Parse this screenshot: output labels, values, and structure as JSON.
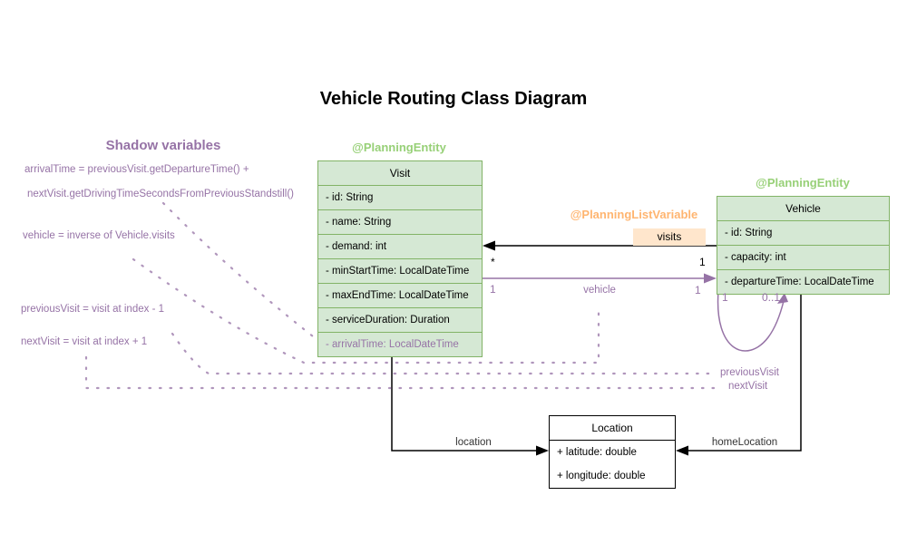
{
  "title": "Vehicle Routing Class Diagram",
  "shadow": {
    "heading": "Shadow variables",
    "lines": [
      "arrivalTime = previousVisit.getDepartureTime() +",
      "nextVisit.getDrivingTimeSecondsFromPreviousStandstill()",
      "vehicle = inverse of Vehicle.visits",
      "previousVisit = visit at index - 1",
      "nextVisit = visit at index + 1"
    ]
  },
  "classes": {
    "visit": {
      "annotation": "@PlanningEntity",
      "name": "Visit",
      "attributes": [
        "- id: String",
        "- name: String",
        "- demand: int",
        "- minStartTime: LocalDateTime",
        "- maxEndTime: LocalDateTime",
        "- serviceDuration: Duration",
        "- arrivalTime: LocalDateTime"
      ]
    },
    "vehicle": {
      "annotation": "@PlanningEntity",
      "name": "Vehicle",
      "attributes": [
        "- id: String",
        "- capacity: int",
        "- departureTime: LocalDateTime"
      ]
    },
    "location": {
      "name": "Location",
      "attributes": [
        "+ latitude: double",
        "+ longitude: double"
      ]
    }
  },
  "edges": {
    "visits": {
      "annotation": "@PlanningListVariable",
      "label": "visits",
      "mult_near_visit": "*",
      "mult_near_vehicle": "1"
    },
    "vehicle": {
      "label": "vehicle",
      "mult_near_visit": "1",
      "mult_near_vehicle": "1"
    },
    "location": {
      "label": "location"
    },
    "home_location": {
      "label": "homeLocation"
    },
    "visit_chain": {
      "mult_start": "1",
      "mult_end": "0..1",
      "label_previous": "previousVisit",
      "label_next": "nextVisit"
    }
  },
  "colors": {
    "entity_fill": "#d5e8d4",
    "entity_border": "#82b366",
    "entity_annotation_text": "#97d077",
    "list_variable_fill": "#ffe6cc",
    "list_variable_text": "#ffb570",
    "shadow_purple": "#9673a6",
    "plain_fill": "#ffffff",
    "plain_border": "#000000"
  }
}
